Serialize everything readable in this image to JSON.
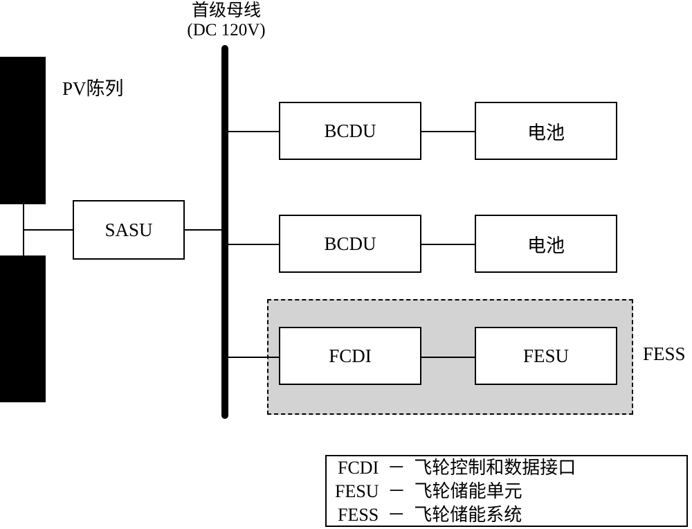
{
  "bus": {
    "title": "首级母线",
    "voltage": "(DC 120V)"
  },
  "pv_array": {
    "label": "PV陈列"
  },
  "blocks": {
    "sasu": "SASU",
    "bcdu_1": "BCDU",
    "battery_1": "电池",
    "bcdu_2": "BCDU",
    "battery_2": "电池",
    "fcdi": "FCDI",
    "fesu": "FESU"
  },
  "fess_group": {
    "label": "FESS"
  },
  "legend": {
    "items": [
      {
        "term": "FCDI",
        "sep": "－",
        "desc": "飞轮控制和数据接口"
      },
      {
        "term": "FESU",
        "sep": "－",
        "desc": "飞轮储能单元"
      },
      {
        "term": "FESS",
        "sep": "－",
        "desc": "飞轮储能系统"
      }
    ]
  },
  "colors": {
    "line": "#000000",
    "fess_fill": "#d3d3d3",
    "background": "#ffffff"
  }
}
